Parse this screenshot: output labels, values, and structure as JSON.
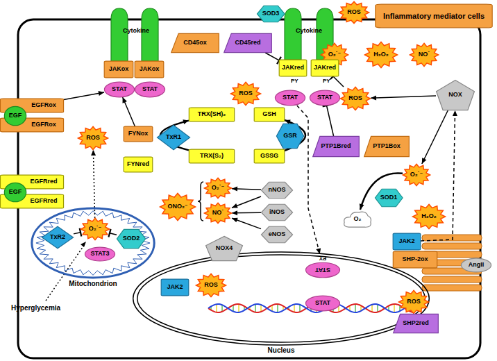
{
  "diagram": {
    "nodes": [
      {
        "text": [
          "SOD3"
        ]
      },
      {
        "text": [
          "ROS"
        ]
      },
      {
        "text": [
          "Inflammatory mediator cells"
        ]
      },
      {
        "text": [
          "O₂˙⁻"
        ]
      },
      {
        "text": [
          "H₂O₂"
        ]
      },
      {
        "text": [
          "NO˙"
        ]
      },
      {
        "text": [
          "Cytokine"
        ]
      },
      {
        "text": [
          "Cytokine"
        ]
      },
      {
        "text": [
          "JAKox"
        ]
      },
      {
        "text": [
          "JAKox"
        ]
      },
      {
        "text": [
          "STAT"
        ]
      },
      {
        "text": [
          "STAT"
        ]
      },
      {
        "text": [
          "CD45ox"
        ]
      },
      {
        "text": [
          "CD45red"
        ]
      },
      {
        "text": [
          "JAKred"
        ]
      },
      {
        "text": [
          "JAKred"
        ]
      },
      {
        "text": [
          "STAT"
        ]
      },
      {
        "text": [
          "STAT"
        ]
      },
      {
        "text": [
          "EGFRox"
        ]
      },
      {
        "text": [
          "EGFRox"
        ]
      },
      {
        "text": [
          "EGF"
        ]
      },
      {
        "text": [
          "FYNox"
        ]
      },
      {
        "text": [
          "FYNred"
        ]
      },
      {
        "text": [
          "TRX(SH)₂"
        ]
      },
      {
        "text": [
          "TRX(S₂)"
        ]
      },
      {
        "text": [
          "TxR1"
        ]
      },
      {
        "text": [
          "GSH"
        ]
      },
      {
        "text": [
          "GSSG"
        ]
      },
      {
        "text": [
          "GSR"
        ]
      },
      {
        "text": [
          "ROS"
        ]
      },
      {
        "text": [
          "ROS"
        ]
      },
      {
        "text": [
          "NOX"
        ]
      },
      {
        "text": [
          "PTP1Bred"
        ]
      },
      {
        "text": [
          "PTP1Box"
        ]
      },
      {
        "text": [
          "O₂˙⁻"
        ]
      },
      {
        "text": [
          "SOD1"
        ]
      },
      {
        "text": [
          "O₂"
        ]
      },
      {
        "text": [
          "H₂O₂"
        ]
      },
      {
        "text": [
          "ROS"
        ]
      },
      {
        "text": [
          "EGFRred"
        ]
      },
      {
        "text": [
          "EGFRred"
        ]
      },
      {
        "text": [
          "EGF"
        ]
      },
      {
        "text": [
          "ONO₂⁻"
        ]
      },
      {
        "text": [
          "O₂˙⁻"
        ]
      },
      {
        "text": [
          "NO˙"
        ]
      },
      {
        "text": [
          "nNOS"
        ]
      },
      {
        "text": [
          "iNOS"
        ]
      },
      {
        "text": [
          "eNOS"
        ]
      },
      {
        "text": [
          "Mitochondrion"
        ]
      },
      {
        "text": [
          "TxR2"
        ],
        "in": 48
      },
      {
        "text": [
          "O₂˙⁻"
        ],
        "in": 48
      },
      {
        "text": [
          "SOD2"
        ],
        "in": 48
      },
      {
        "text": [
          "STAT3"
        ],
        "in": 48
      },
      {
        "text": [
          "Nucleus"
        ]
      },
      {
        "text": [
          "NOX4"
        ]
      },
      {
        "text": [
          "JAK2"
        ],
        "in": 53
      },
      {
        "text": [
          "ROS"
        ],
        "in": 53
      },
      {
        "text": [
          "STAT",
          "PY"
        ],
        "in": 53
      },
      {
        "text": [
          "STAT"
        ],
        "in": 53
      },
      {
        "text": [
          "JAK2"
        ]
      },
      {
        "text": [
          "SHP-2ox"
        ]
      },
      {
        "text": [
          "AngII"
        ]
      },
      {
        "text": [
          "ROS"
        ]
      },
      {
        "text": [
          "SHP2red"
        ]
      }
    ],
    "edges": [
      {
        "from": 18,
        "to": 10,
        "arrow": "to"
      },
      {
        "from": 21,
        "to": 10,
        "arrow": "to"
      },
      {
        "from": 13,
        "to": 14,
        "arrow": "to"
      },
      {
        "from": 30,
        "to": 15,
        "arrow": "to"
      },
      {
        "from": 31,
        "to": 30,
        "arrow": "to"
      },
      {
        "from": 31,
        "to": 34,
        "arrow": "to"
      },
      {
        "from": 34,
        "to": 36,
        "arrow": "to"
      },
      {
        "from": 32,
        "to": 17,
        "arrow": "to"
      },
      {
        "from": 16,
        "to": 57,
        "arrow": "to"
      },
      {
        "from": 59,
        "to": 31,
        "arrow": "to"
      },
      {
        "from": 24,
        "to": 23,
        "arrow": "to"
      },
      {
        "from": 27,
        "to": 26,
        "arrow": "to"
      },
      {
        "from": 49,
        "to": 50,
        "arrow": "to"
      },
      {
        "from": 51,
        "to": 50,
        "arrow": "to"
      },
      {
        "from": 50,
        "to": 38,
        "arrow": "to"
      },
      {
        "from": 45,
        "to": 43,
        "arrow": "to"
      },
      {
        "from": 45,
        "to": 44,
        "arrow": "to"
      },
      {
        "from": 46,
        "to": 44,
        "arrow": "to"
      },
      {
        "from": 47,
        "to": 44,
        "arrow": "to"
      }
    ],
    "labels": [
      "PY",
      "PY",
      "Hyperglycemia"
    ]
  }
}
